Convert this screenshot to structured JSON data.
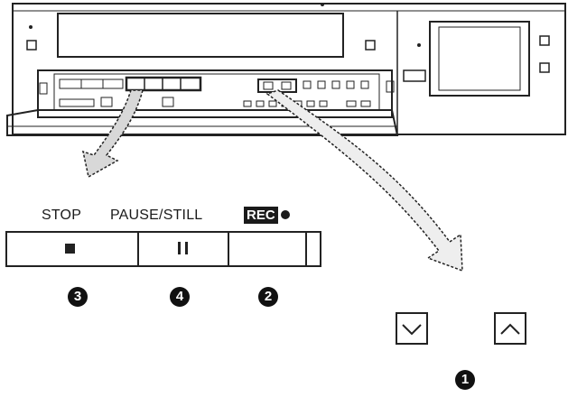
{
  "labels": {
    "stop": "STOP",
    "pause_still": "PAUSE/STILL",
    "rec": "REC"
  },
  "badges": {
    "stop": "3",
    "pause": "4",
    "rec": "2",
    "tracking": "1"
  },
  "colors": {
    "ink": "#1a1a1a",
    "paper": "#ffffff",
    "arrow_fill": "#cfcfcf"
  },
  "icons": {
    "stop": "stop-square-icon",
    "pause": "pause-bars-icon",
    "down": "chevron-down-icon",
    "up": "chevron-up-icon"
  }
}
